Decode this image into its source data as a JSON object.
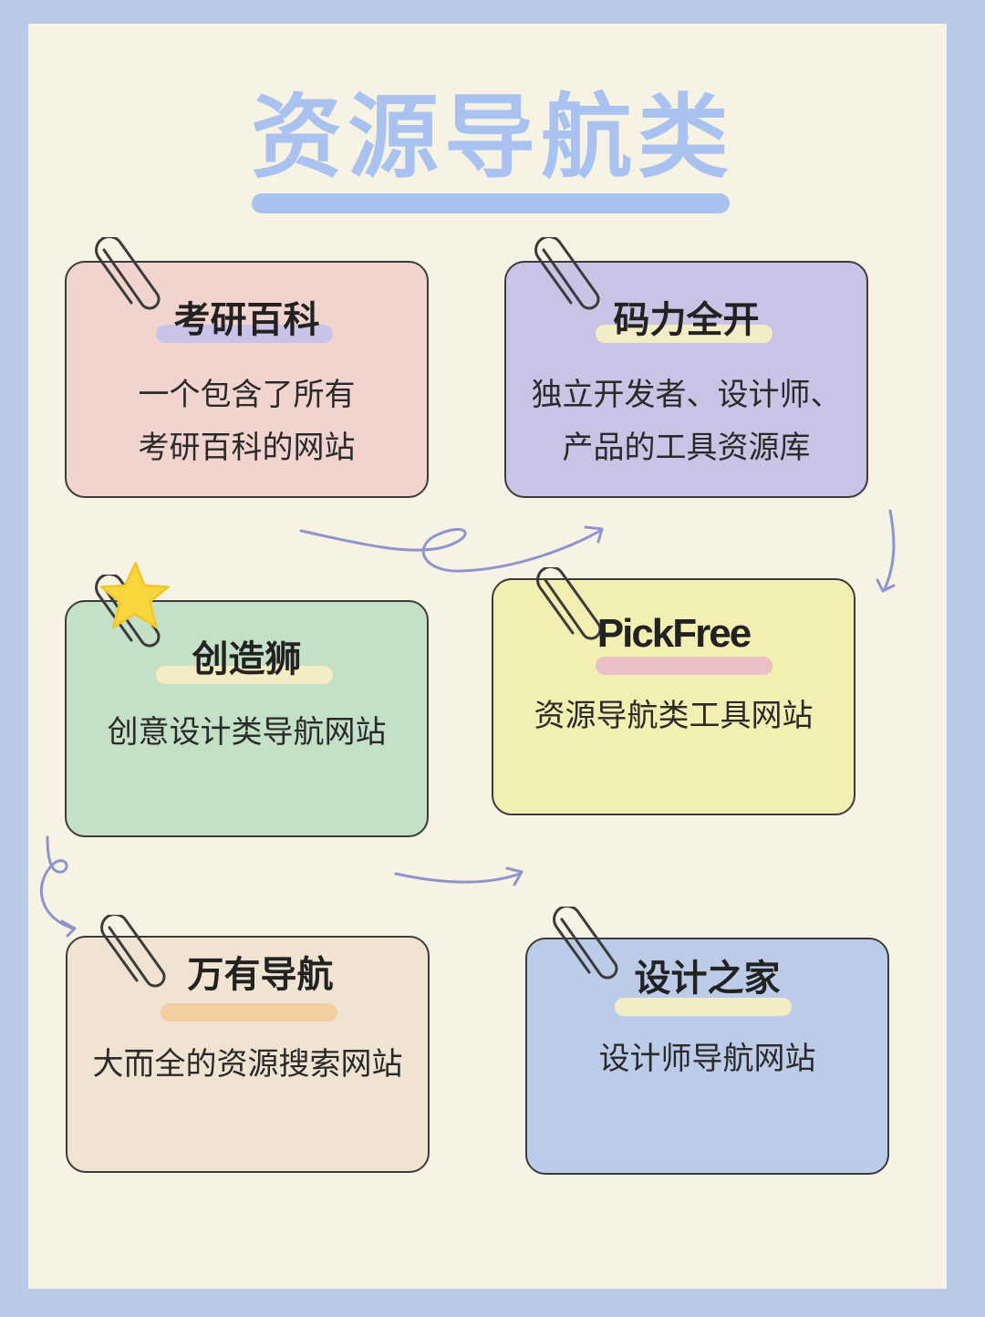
{
  "title": "资源导航类",
  "colors": {
    "background": "#b9c9e6",
    "paper": "#f6f3e5",
    "title": "#a9c2ef",
    "pink_card": "#f2d4cf",
    "purple_card": "#c9c3e5",
    "green_card": "#c4e0c7",
    "yellow_card": "#f3eeb2",
    "beige_card": "#f0e3d2",
    "blue_card": "#bccbe8"
  },
  "cards": [
    {
      "title": "考研百科",
      "desc": "一个包含了所有\n考研百科的网站",
      "icon": "paperclip-icon"
    },
    {
      "title": "码力全开",
      "desc": "独立开发者、设计师、\n产品的工具资源库",
      "icon": "paperclip-icon"
    },
    {
      "title": "创造狮",
      "desc": "创意设计类导航网站",
      "icon": "star-icon"
    },
    {
      "title": "PickFree",
      "desc": "资源导航类工具网站",
      "icon": "paperclip-icon"
    },
    {
      "title": "万有导航",
      "desc": "大而全的资源搜索网站",
      "icon": "paperclip-icon"
    },
    {
      "title": "设计之家",
      "desc": "设计师导航网站",
      "icon": "paperclip-icon"
    }
  ]
}
